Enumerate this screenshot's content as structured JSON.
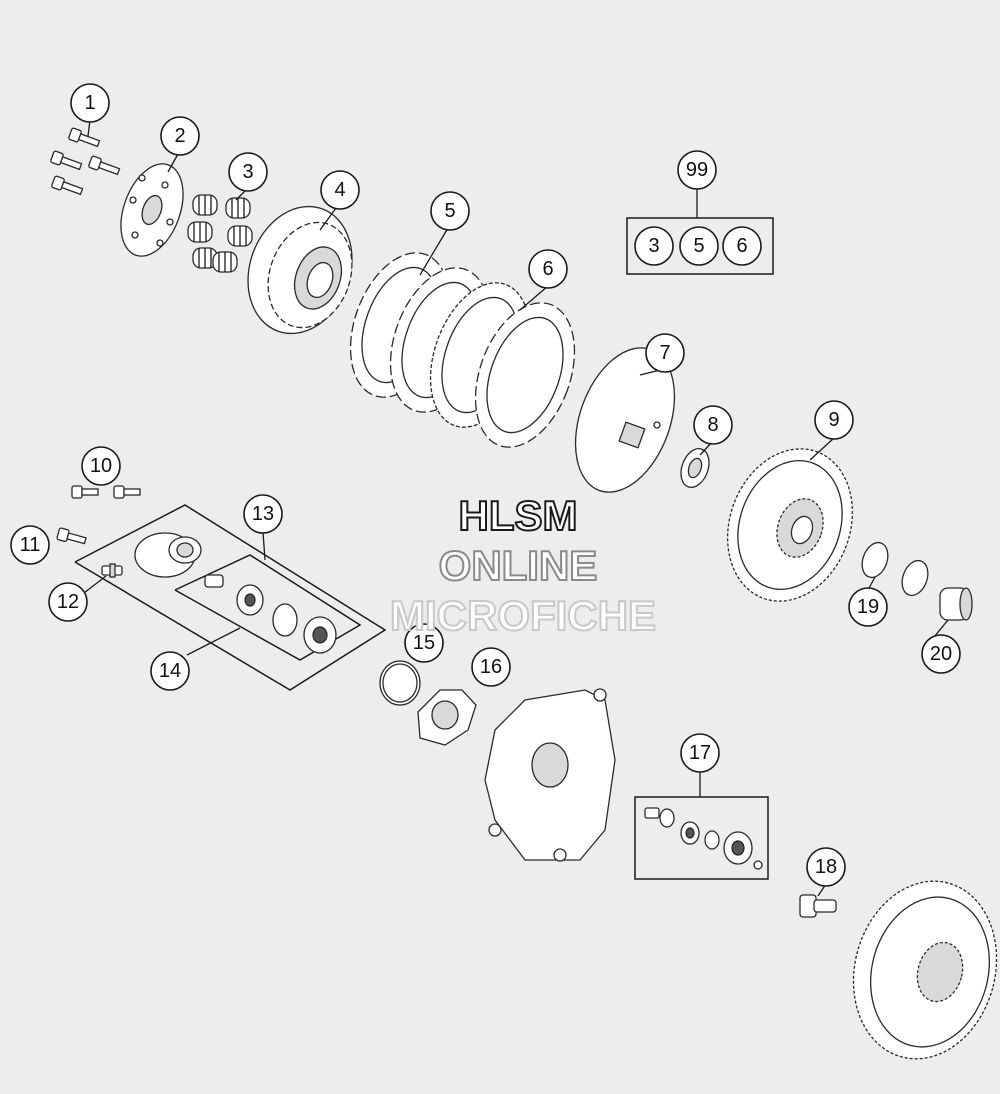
{
  "callouts": [
    {
      "id": "c1",
      "label": "1"
    },
    {
      "id": "c2",
      "label": "2"
    },
    {
      "id": "c3",
      "label": "3"
    },
    {
      "id": "c4",
      "label": "4"
    },
    {
      "id": "c5",
      "label": "5"
    },
    {
      "id": "c6",
      "label": "6"
    },
    {
      "id": "c7",
      "label": "7"
    },
    {
      "id": "c8",
      "label": "8"
    },
    {
      "id": "c9",
      "label": "9"
    },
    {
      "id": "c10",
      "label": "10"
    },
    {
      "id": "c11",
      "label": "11"
    },
    {
      "id": "c12",
      "label": "12"
    },
    {
      "id": "c13",
      "label": "13"
    },
    {
      "id": "c14",
      "label": "14"
    },
    {
      "id": "c15",
      "label": "15"
    },
    {
      "id": "c16",
      "label": "16"
    },
    {
      "id": "c17",
      "label": "17"
    },
    {
      "id": "c18",
      "label": "18"
    },
    {
      "id": "c19",
      "label": "19"
    },
    {
      "id": "c20",
      "label": "20"
    },
    {
      "id": "c99",
      "label": "99"
    }
  ],
  "kit_99_contents": [
    "3",
    "5",
    "6"
  ],
  "watermark": {
    "line1": "HLSM",
    "line2": "ONLINE",
    "line3": "MICROFICHE",
    "color_line1": "#1a1a1a",
    "color_line2": "#8a8a8a",
    "color_line3": "#c8c8c8"
  },
  "colors": {
    "background": "#ededed",
    "line": "#1a1a1a"
  }
}
